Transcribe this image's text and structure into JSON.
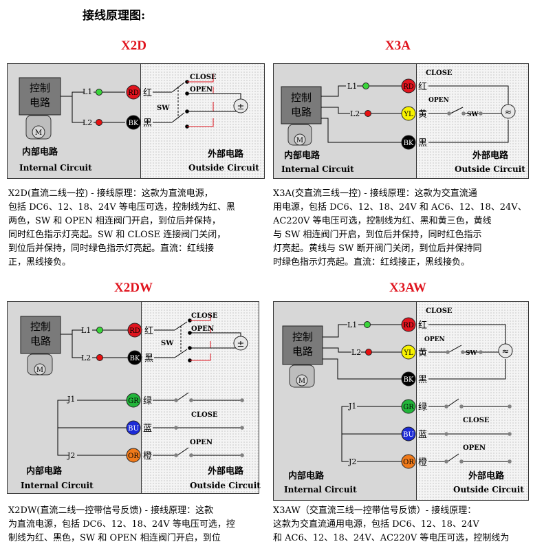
{
  "page": {
    "heading": "接线原理图:"
  },
  "labels": {
    "control_line1": "控制",
    "control_line2": "电路",
    "motor": "M",
    "internal_cn": "内部电路",
    "internal_en": "Internal Circuit",
    "external_cn": "外部电路",
    "external_en": "Outside Circuit",
    "close": "CLOSE",
    "open": "OPEN",
    "sw": "SW",
    "l1": "L1",
    "l2": "L2",
    "j1": "J1",
    "j2": "J2",
    "rd": "RD",
    "bk": "BK",
    "yl": "YL",
    "gr": "GR",
    "bu": "BU",
    "or": "OR",
    "red": "红",
    "black": "黑",
    "yellow": "黄",
    "green": "绿",
    "blue": "蓝",
    "orange": "橙",
    "dc_symbol": "±",
    "ac_symbol": "≈"
  },
  "panels": {
    "x2d": {
      "title": "X2D",
      "lines": [
        "X2D(直流二线一控) - 接线原理：这款为直流电源，",
        "包括 DC6、12、18、24V 等电压可选，控制线为红、黑",
        "两色，SW 和 OPEN 相连阀门开启，到位后并保持，",
        "同时红色指示灯亮起。SW 和 CLOSE 连接阀门关闭，",
        "到位后并保持，同时绿色指示灯亮起。直流：红线接",
        "正，黑线接负。"
      ]
    },
    "x3a": {
      "title": "X3A",
      "lines": [
        "X3A(交直流三线一控) - 接线原理：这款为交直流通",
        "用电源，包括 DC6、12、18、24V 和 AC6、12、18、24V、",
        "AC220V 等电压可选，控制线为红、黑和黄三色，黄线",
        "与 SW 相连阀门开启，到位后并保持，同时红色指示",
        "灯亮起。黄线与 SW 断开阀门关闭，到位后并保持同",
        "时绿色指示灯亮起。直流：红线接正，黑线接负。"
      ]
    },
    "x2dw": {
      "title": "X2DW",
      "lines": [
        "X2DW(直流二线一控带信号反馈) - 接线原理：这款",
        "为直流电源，包括 DC6、12、18、24V 等电压可选，控",
        "制线为红、黑色，SW 和 OPEN 相连阀门开启，到位"
      ]
    },
    "x3aw": {
      "title": "X3AW",
      "lines": [
        "X3AW（交直流三线一控带信号反馈）- 接线原理：",
        "这款为交直流通用电源，包括 DC6、12、18、24V",
        "和 AC6、12、18、24V、AC220V 等电压可选，控制线为"
      ]
    }
  },
  "colors": {
    "title_red": "#e0141e",
    "wire_red": "#e0141e",
    "wire_black": "#000000",
    "wire_yellow": "#f7f200",
    "wire_green": "#22b53a",
    "wire_blue": "#1c2bd6",
    "wire_orange": "#f07a1a",
    "led_green": "#3ad63a",
    "led_red": "#e81010",
    "box_gray": "#7a7a7a",
    "panel_left": "#d7d7d7",
    "panel_right": "#f4f4f4"
  }
}
